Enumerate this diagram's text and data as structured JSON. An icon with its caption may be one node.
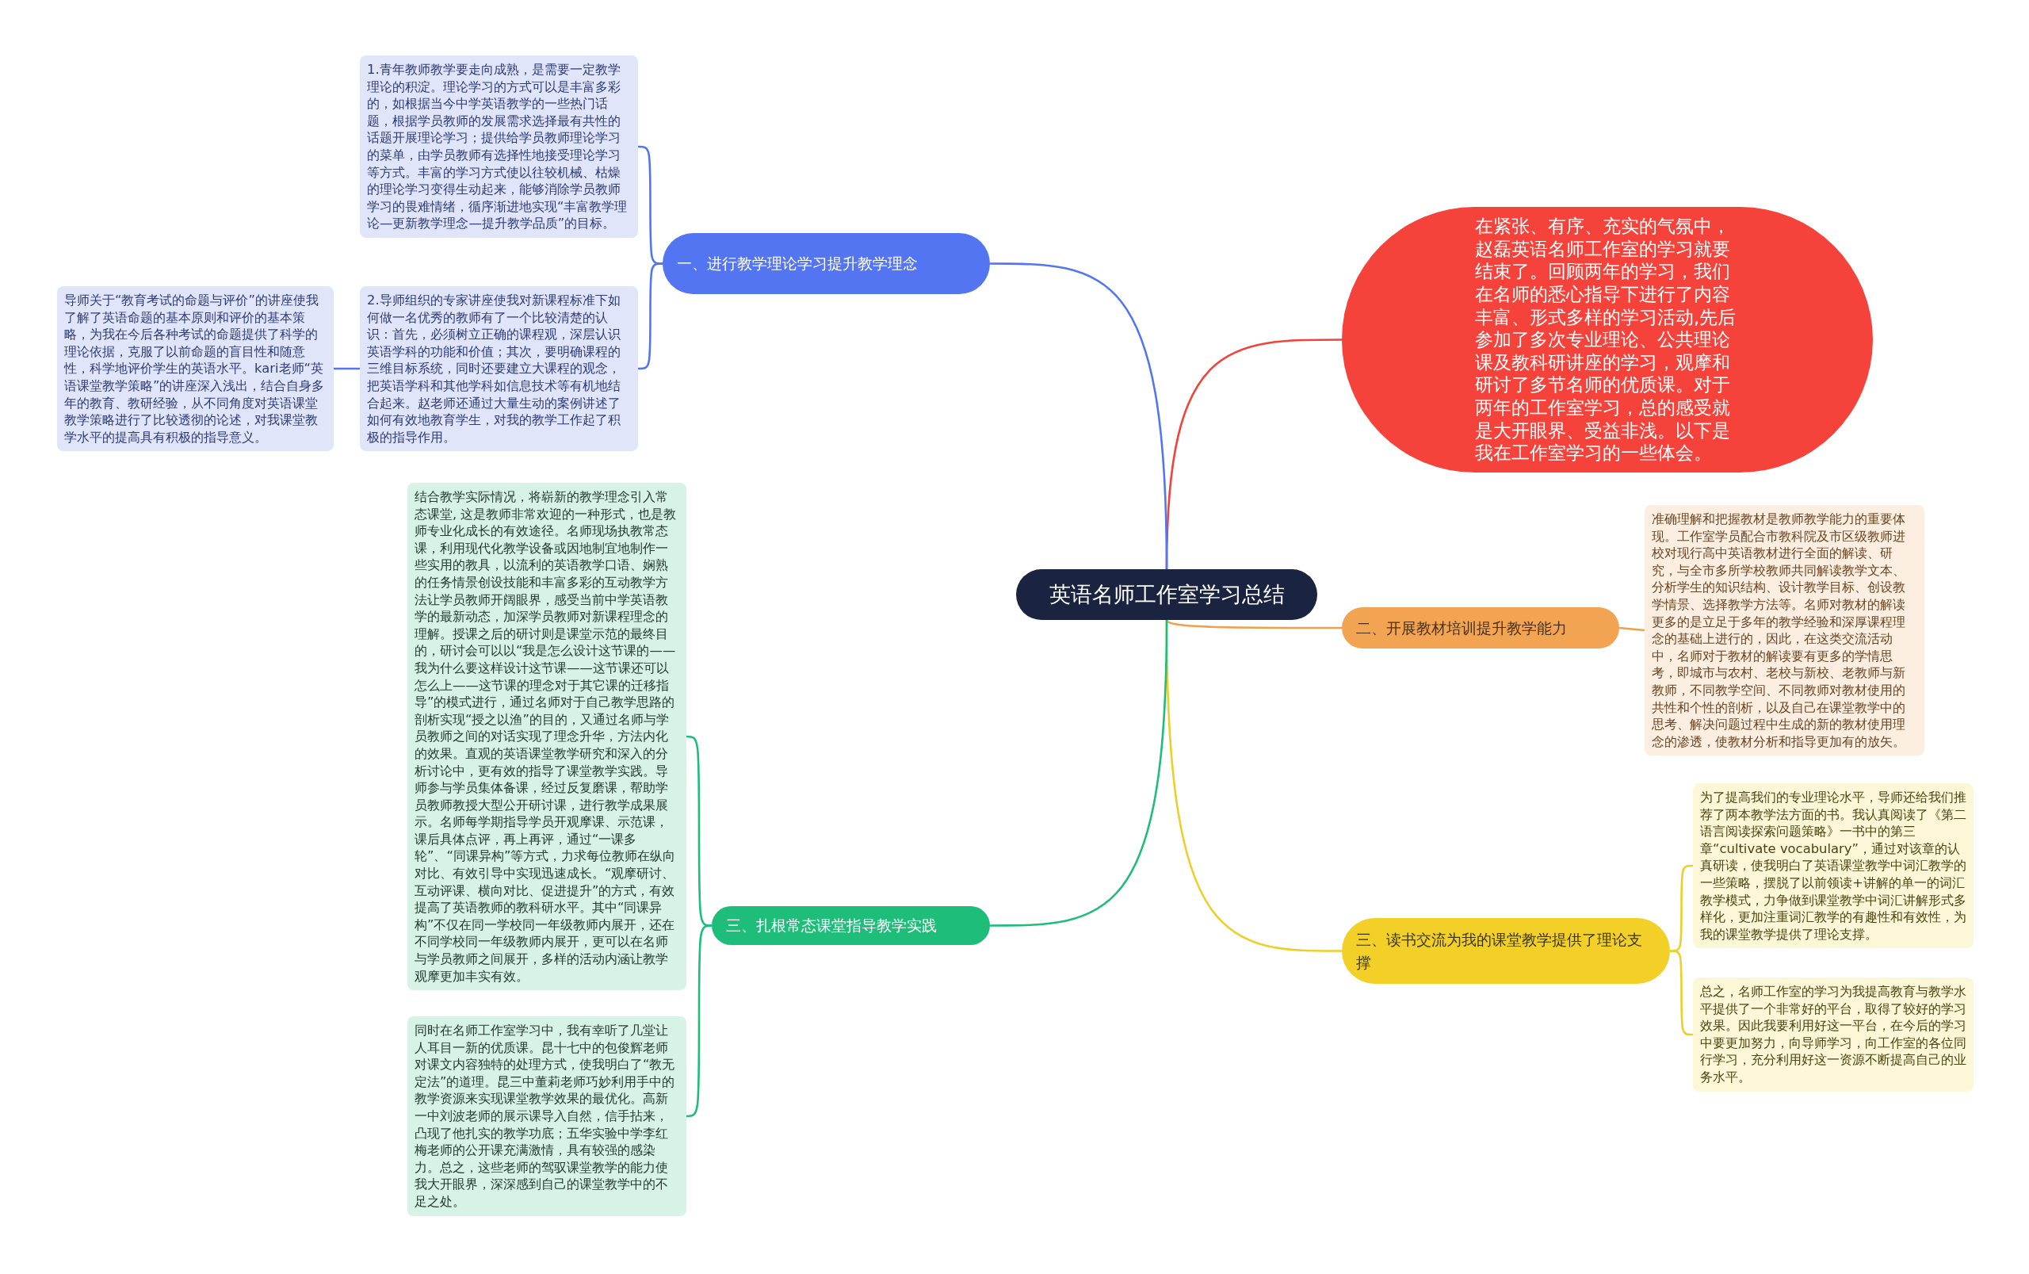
{
  "diagram": {
    "nodes": [
      {
        "text": [
          "英语名师工作室学习总结"
        ]
      },
      {
        "text": [
          "在紧张、有序、充实的气氛中，赵磊英语名师工作室的学习就要结束了。回顾两年的学习，我们在名师的悉心指导下进行了内容丰富、形式多样的学习活动,先后参加了多次专业理论、公共理论课及教科研讲座的学习，观摩和研讨了多节名师的优质课。对于两年的工作室学习，总的感受就是大开眼界、受益非浅。以下是我在工作室学习的一些体会。"
        ]
      },
      {
        "text": [
          "一、进行教学理论学习提升教学理念"
        ]
      },
      {
        "text": [
          "1.青年教师教学要走向成熟，是需要一定教学理论的积淀。理论学习的方式可以是丰富多彩的，如根据当今中学英语教学的一些热门话题，根据学员教师的发展需求选择最有共性的话题开展理论学习；提供给学员教师理论学习的菜单，由学员教师有选择性地接受理论学习等方式。丰富的学习方式使以往较机械、枯燥的理论学习变得生动起来，能够消除学员教师学习的畏难情绪，循序渐进地实现“丰富教学理论—更新教学理念—提升教学品质”的目标。"
        ]
      },
      {
        "text": [
          "2.导师组织的专家讲座使我对新课程标准下如何做一名优秀的教师有了一个比较清楚的认识：首先，必须树立正确的课程观，深层认识英语学科的功能和价值；其次，要明确课程的三维目标系统，同时还要建立大课程的观念，把英语学科和其他学科如信息技术等有机地结合起来。赵老师还通过大量生动的案例讲述了如何有效地教育学生，对我的教学工作起了积极的指导作用。"
        ]
      },
      {
        "text": [
          "导师关于“教育考试的命题与评价”的讲座使我了解了英语命题的基本原则和评价的基本策略，为我在今后各种考试的命题提供了科学的理论依据，克服了以前命题的盲目性和随意性，科学地评价学生的英语水平。kari老师“英语课堂教学策略”的讲座深入浅出，结合自身多年的教育、教研经验，从不同角度对英语课堂教学策略进行了比较透彻的论述，对我课堂教学水平的提高具有积极的指导意义。"
        ]
      },
      {
        "text": [
          "二、开展教材培训提升教学能力"
        ]
      },
      {
        "text": [
          "准确理解和把握教材是教师教学能力的重要体现。工作室学员配合市教科院及市区级教师进校对现行高中英语教材进行全面的解读、研究，与全市多所学校教师共同解读教学文本、分析学生的知识结构、设计教学目标、创设教学情景、选择教学方法等。名师对教材的解读更多的是立足于多年的教学经验和深厚课程理念的基础上进行的，因此，在这类交流活动中，名师对于教材的解读要有更多的学情思考，即城市与农村、老校与新校、老教师与新教师，不同教学空间、不同教师对教材使用的共性和个性的剖析，以及自己在课堂教学中的思考、解决问题过程中生成的新的教材使用理念的渗透，使教材分析和指导更加有的放矢。"
        ]
      },
      {
        "text": [
          "三、读书交流为我的课堂教学提供了理论支撑"
        ]
      },
      {
        "text": [
          "为了提高我们的专业理论水平，导师还给我们推荐了两本教学法方面的书。我认真阅读了《第二语言阅读探索问题策略》一书中的第三章“cultivate vocabulary”，通过对该章的认真研读，使我明白了英语课堂教学中词汇教学的一些策略，摆脱了以前领读+讲解的单一的词汇教学模式，力争做到课堂教学中词汇讲解形式多样化，更加注重词汇教学的有趣性和有效性，为我的课堂教学提供了理论支撑。"
        ]
      },
      {
        "text": [
          "总之，名师工作室的学习为我提高教育与教学水平提供了一个非常好的平台，取得了较好的学习效果。因此我要利用好这一平台，在今后的学习中要更加努力，向导师学习，向工作室的各位同行学习，充分利用好这一资源不断提高自己的业务水平。"
        ]
      },
      {
        "text": [
          "三、扎根常态课堂指导教学实践"
        ]
      },
      {
        "text": [
          "结合教学实际情况，将崭新的教学理念引入常态课堂, 这是教师非常欢迎的一种形式，也是教师专业化成长的有效途径。名师现场执教常态课，利用现代化教学设备或因地制宜地制作一些实用的教具，以流利的英语教学口语、娴熟的任务情景创设技能和丰富多彩的互动教学方法让学员教师开阔眼界，感受当前中学英语教学的最新动态，加深学员教师对新课程理念的理解。授课之后的研讨则是课堂示范的最终目的，研讨会可以以“我是怎么设计这节课的——我为什么要这样设计这节课——这节课还可以怎么上——这节课的理念对于其它课的迁移指导”的模式进行，通过名师对于自己教学思路的剖析实现“授之以渔”的目的，又通过名师与学员教师之间的对话实现了理念升华，方法内化的效果。直观的英语课堂教学研究和深入的分析讨论中，更有效的指导了课堂教学实践。导师参与学员集体备课，经过反复磨课，帮助学员教师教授大型公开研讨课，进行教学成果展示。名师每学期指导学员开观摩课、示范课，课后具体点评，再上再评，通过“一课多轮”、“同课异构”等方式，力求每位教师在纵向对比、有效引导中实现迅速成长。“观摩研讨、互动评课、横向对比、促进提升”的方式，有效提高了英语教师的教科研水平。其中“同课异构”不仅在同一学校同一年级教师内展开，还在不同学校同一年级教师内展开，更可以在名师与学员教师之间展开，多样的活动内涵让教学观摩更加丰实有效。"
        ]
      },
      {
        "text": [
          "同时在名师工作室学习中，我有幸听了几堂让人耳目一新的优质课。昆十七中的包俊辉老师对课文内容独特的处理方式，使我明白了“教无定法”的道理。昆三中董莉老师巧妙利用手中的教学资源来实现课堂教学效果的最优化。高新一中刘波老师的展示课导入自然，信手拈来，凸现了他扎实的教学功底；五华实验中学李红梅老师的公开课充满激情，具有较强的感染力。总之，这些老师的驾驭课堂教学的能力使我大开眼界，深深感到自己的课堂教学中的不足之处。"
        ]
      }
    ],
    "edges": [
      {
        "from": 0,
        "to": 1,
        "arrow": "none",
        "color": "#f0433a"
      },
      {
        "from": 0,
        "to": 2,
        "arrow": "none",
        "color": "#5475f2"
      },
      {
        "from": 2,
        "to": 3,
        "arrow": "none",
        "color": "#5475f2"
      },
      {
        "from": 2,
        "to": 4,
        "arrow": "none",
        "color": "#5475f2"
      },
      {
        "from": 4,
        "to": 5,
        "arrow": "none",
        "color": "#5475f2"
      },
      {
        "from": 0,
        "to": 6,
        "arrow": "none",
        "color": "#f0a04b"
      },
      {
        "from": 6,
        "to": 7,
        "arrow": "none",
        "color": "#f0a04b"
      },
      {
        "from": 0,
        "to": 8,
        "arrow": "none",
        "color": "#ecd02a"
      },
      {
        "from": 8,
        "to": 9,
        "arrow": "none",
        "color": "#ecd02a"
      },
      {
        "from": 8,
        "to": 10,
        "arrow": "none",
        "color": "#ecd02a"
      },
      {
        "from": 0,
        "to": 11,
        "arrow": "none",
        "color": "#1fbd7a"
      },
      {
        "from": 11,
        "to": 12,
        "arrow": "none",
        "color": "#1fbd7a"
      },
      {
        "from": 11,
        "to": 13,
        "arrow": "none",
        "color": "#1fbd7a"
      }
    ]
  }
}
